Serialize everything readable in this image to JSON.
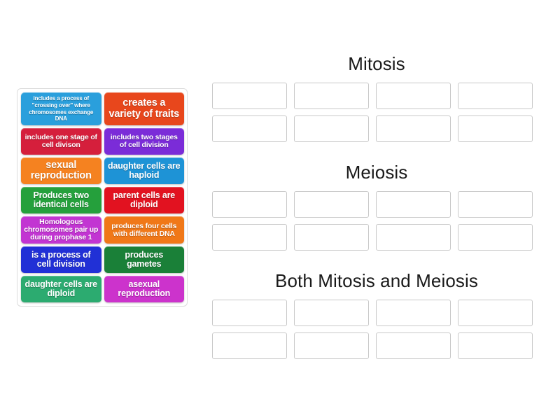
{
  "activity": {
    "type": "group-sort",
    "tray_label": "answer-tiles"
  },
  "tiles": [
    {
      "text": "includes a process of \"crossing over\" where chromosomes exchange DNA",
      "color": "#2a9fdc",
      "size": "s-tiny",
      "height": "h-tall"
    },
    {
      "text": "creates a variety of traits",
      "color": "#e8471c",
      "size": "s-large",
      "height": "h-tall"
    },
    {
      "text": "includes one stage of cell divison",
      "color": "#d51f3c",
      "size": "s-small",
      "height": ""
    },
    {
      "text": "includes two stages of cell division",
      "color": "#7b2cd8",
      "size": "s-small",
      "height": ""
    },
    {
      "text": "sexual reproduction",
      "color": "#f58220",
      "size": "s-large",
      "height": ""
    },
    {
      "text": "daughter cells are haploid",
      "color": "#1e93d6",
      "size": "s-med",
      "height": ""
    },
    {
      "text": "Produces two identical cells",
      "color": "#25a03c",
      "size": "s-med",
      "height": ""
    },
    {
      "text": "parent cells are diploid",
      "color": "#e21220",
      "size": "s-med",
      "height": ""
    },
    {
      "text": "Homologous chromosomes pair up during prophase 1",
      "color": "#c235d2",
      "size": "s-small",
      "height": ""
    },
    {
      "text": "produces four cells with different DNA",
      "color": "#f07818",
      "size": "s-small",
      "height": ""
    },
    {
      "text": "is a process of cell division",
      "color": "#2130d6",
      "size": "s-med",
      "height": ""
    },
    {
      "text": "produces gametes",
      "color": "#1a8038",
      "size": "s-med",
      "height": ""
    },
    {
      "text": "daughter cells are diploid",
      "color": "#2cab70",
      "size": "s-med",
      "height": ""
    },
    {
      "text": "asexual reproduction",
      "color": "#cc33cc",
      "size": "s-med",
      "height": ""
    }
  ],
  "categories": [
    {
      "title": "Mitosis",
      "slots": 8
    },
    {
      "title": "Meiosis",
      "slots": 8
    },
    {
      "title": "Both Mitosis and Meiosis",
      "slots": 8
    }
  ]
}
